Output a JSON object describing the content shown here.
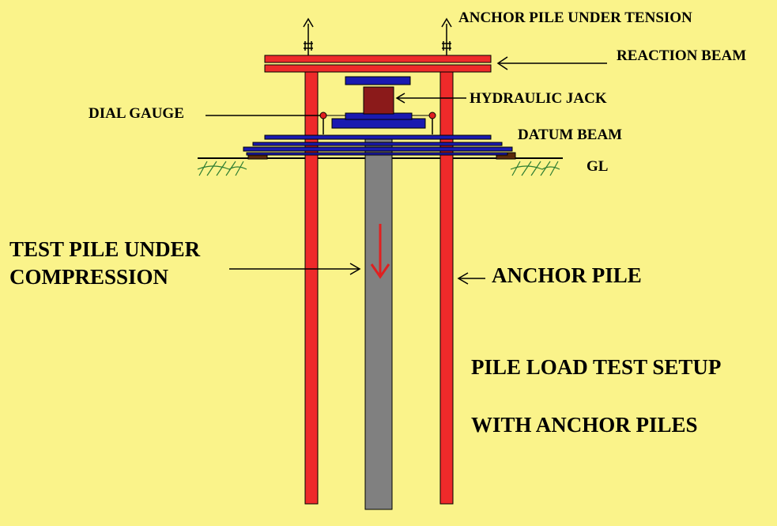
{
  "labels": {
    "anchor_pile_under_tension": "ANCHOR PILE UNDER TENSION",
    "reaction_beam": "REACTION BEAM",
    "hydraulic_jack": "HYDRAULIC JACK",
    "dial_gauge": "DIAL GAUGE",
    "datum_beam": "DATUM BEAM",
    "ground_level": "GL",
    "test_pile_line1": "TEST PILE UNDER",
    "test_pile_line2": "COMPRESSION",
    "anchor_pile": "ANCHOR PILE",
    "caption_line1": "PILE LOAD TEST SETUP",
    "caption_line2": "WITH ANCHOR PILES"
  },
  "colors": {
    "background": "#FAF38A",
    "anchor_pile": "#EE2A2A",
    "reaction_beam": "#EE2A2A",
    "test_pile": "#808080",
    "jack_body": "#8B1A1A",
    "jack_plate": "#1A1AB0",
    "datum_beam": "#1A1AB0",
    "ground_soil": "#2E7D32",
    "load_arrow": "#E02020",
    "outline": "#000000"
  }
}
